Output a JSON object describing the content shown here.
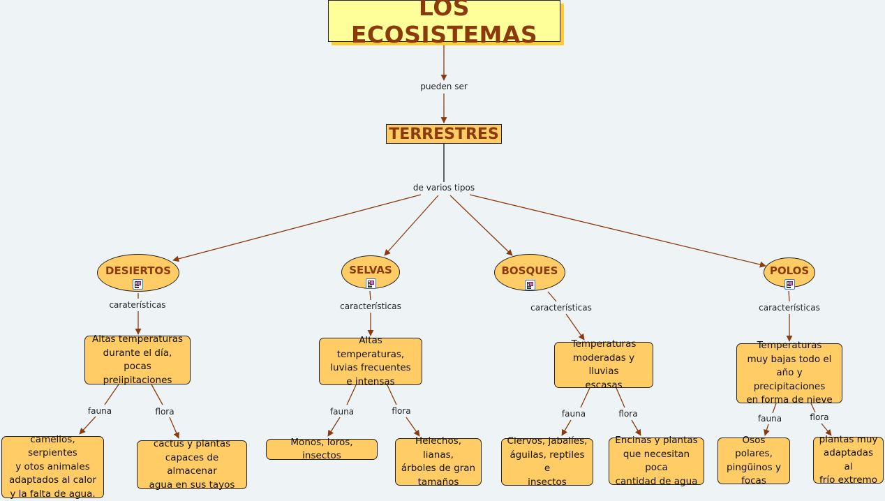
{
  "title": "LOS ECOSISTEMAS",
  "link_root": "pueden ser",
  "level1": "TERRESTRES",
  "link_types": "de varios tipos",
  "ecosystems": [
    {
      "name": "DESIERTOS",
      "link_char": "caraterísticas",
      "characteristics": "Altas temperaturas\ndurante el día, pocas\npreiipitaciones",
      "link_fauna": "fauna",
      "fauna": "camellos, serpientes\ny otos animales\nadaptados al calor\ny la falta de agua.",
      "link_flora": "flora",
      "flora": "cactus y plantas\ncapaces de almacenar\nagua en sus tayos"
    },
    {
      "name": "SELVAS",
      "link_char": "características",
      "characteristics": "Altas temperaturas,\nluvias frecuentes\ne intensas",
      "link_fauna": "fauna",
      "fauna": "Monos, loros, insectos",
      "link_flora": "flora",
      "flora": "Helechos, lianas,\nárboles de gran\ntamaños"
    },
    {
      "name": "BOSQUES",
      "link_char": "características",
      "characteristics": "Temperaturas\nmoderadas y lluvias\nescasas",
      "link_fauna": "fauna",
      "fauna": "Ciervos, jabalíes,\náguilas, reptiles e\ninsectos",
      "link_flora": "flora",
      "flora": "Encinas y plantas\nque necesitan poca\ncantidad de agua"
    },
    {
      "name": "POLOS",
      "link_char": "características",
      "characteristics": "Temperaturas\nmuy bajas todo el\naño y precipitaciones\nen forma de nieve",
      "link_fauna": "fauna",
      "fauna": "Osos polares,\npingüinos y\nfocas",
      "link_flora": "flora",
      "flora": "plantas muy\nadaptadas al\nfrío extremo"
    }
  ],
  "colors": {
    "background": "#eef4f6",
    "title_fill": "#ffff99",
    "title_shadow": "#ffcc33",
    "node_fill": "#ffcc66",
    "concept_text": "#8b3a0e",
    "link_line": "#8b3a0e"
  }
}
